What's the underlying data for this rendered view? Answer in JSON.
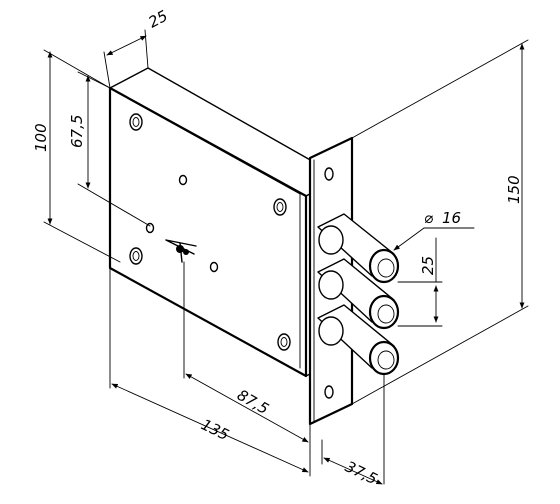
{
  "dimensions": {
    "top_depth": "25",
    "right_height": "150",
    "left_outer_height": "100",
    "left_inner_height": "67,5",
    "bolt_diameter": "16",
    "bolt_pitch": "25",
    "key_offset": "87,5",
    "body_length": "135",
    "bolt_projection": "37,5"
  },
  "symbols": {
    "diameter": "⌀"
  }
}
